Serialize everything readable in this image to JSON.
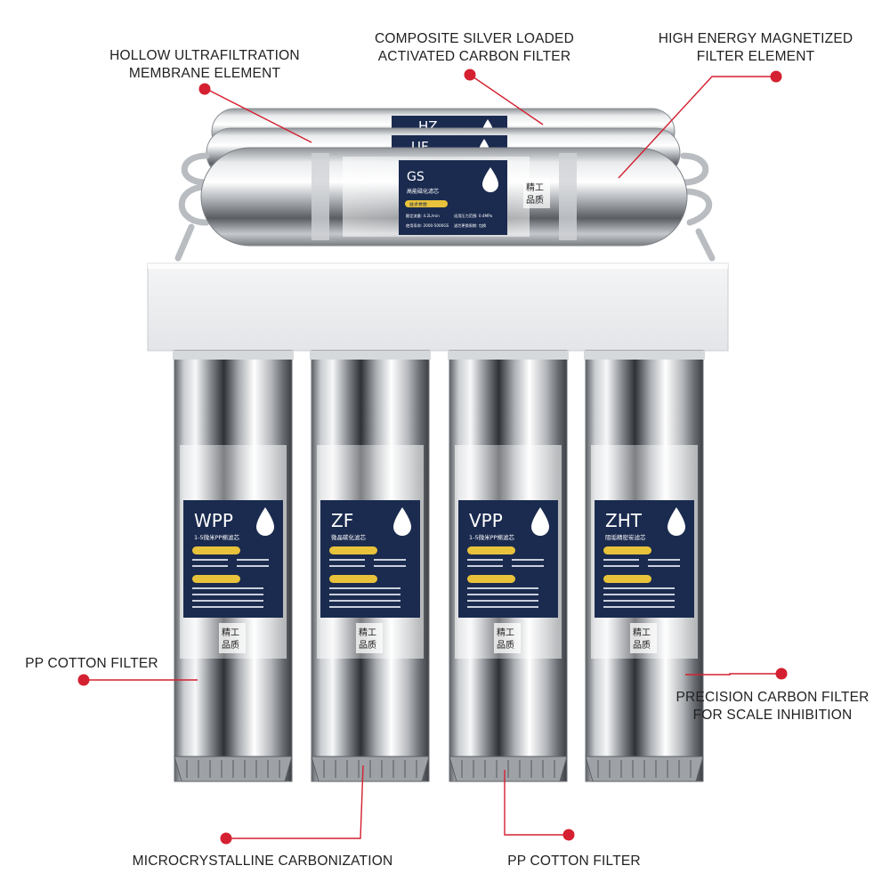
{
  "callouts": {
    "hollow_uf": {
      "line1": "HOLLOW ULTRAFILTRATION",
      "line2": "MEMBRANE ELEMENT"
    },
    "composite_silver": {
      "line1": "COMPOSITE SILVER LOADED",
      "line2": "ACTIVATED CARBON FILTER"
    },
    "magnetized": {
      "line1": "HIGH ENERGY MAGNETIZED",
      "line2": "FILTER ELEMENT"
    },
    "pp_cotton_left": {
      "line1": "PP COTTON FILTER"
    },
    "precision_carbon": {
      "line1": "PRECISION CARBON FILTER",
      "line2": "FOR SCALE INHIBITION"
    },
    "microcrystalline": {
      "line1": "MICROCRYSTALLINE CARBONIZATION"
    },
    "pp_cotton_bottom": {
      "line1": "PP COTTON FILTER"
    }
  },
  "top_cartridges": {
    "hz": {
      "code": "HZ"
    },
    "uf": {
      "code": "UF"
    },
    "gs": {
      "code": "GS",
      "subtitle": "高能磁化滤芯",
      "badge": "技术参数",
      "spec1": "额定流量: 4.2L/min",
      "spec2": "适用压力范围: 0.4MPa",
      "spec3": "使用寿命: 2000-5000GS",
      "spec4": "滤芯更换周期: 包换",
      "seal": [
        "精工",
        "品质"
      ]
    }
  },
  "bottom_cartridges": [
    {
      "code": "WPP",
      "subtitle": "1-5微米PP棉滤芯",
      "seal": [
        "精工",
        "品质"
      ]
    },
    {
      "code": "ZF",
      "subtitle": "微晶碳化滤芯",
      "seal": [
        "精工",
        "品质"
      ]
    },
    {
      "code": "VPP",
      "subtitle": "1-5微米PP棉滤芯",
      "seal": [
        "精工",
        "品质"
      ]
    },
    {
      "code": "ZHT",
      "subtitle": "阻垢精密炭滤芯",
      "seal": [
        "精工",
        "品质"
      ]
    }
  ],
  "colors": {
    "label_navy": "#1b2b4f",
    "callout_red": "#d42030",
    "badge_yellow": "#e8c23a"
  }
}
